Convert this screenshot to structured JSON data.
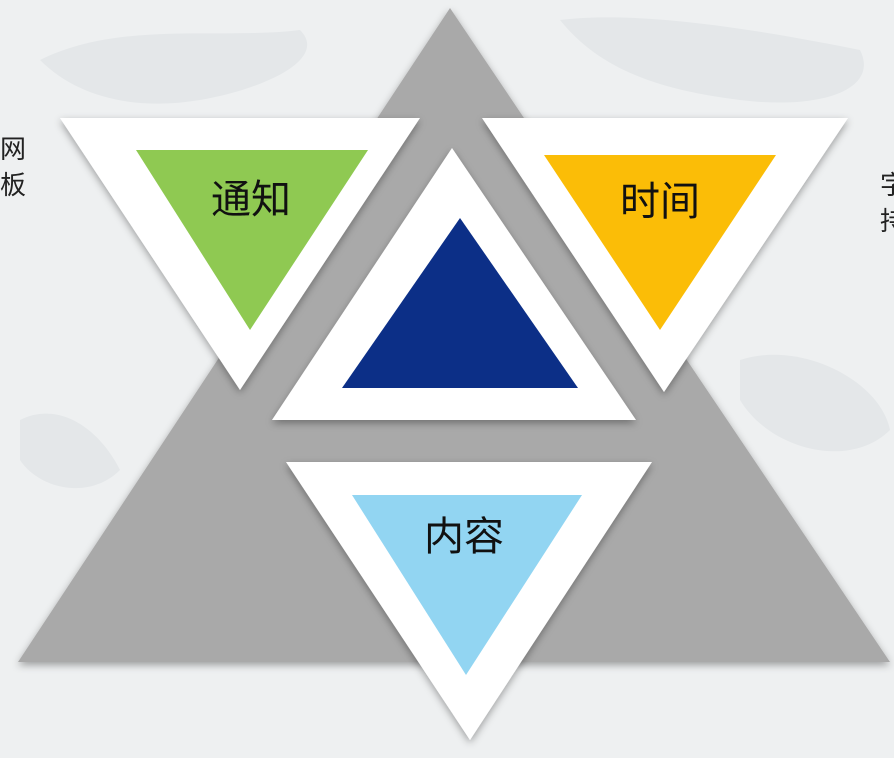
{
  "labels": {
    "notice": "通知",
    "time": "时间",
    "content": "内容"
  },
  "edge_text": {
    "left": "网\n板",
    "right": "字\n持"
  },
  "colors": {
    "background": "#eef0f1",
    "outer_triangle": "#a9a9a9",
    "frame": "#ffffff",
    "notice": "#8fc952",
    "time": "#fbbd07",
    "content": "#92d5f2",
    "center": "#0c2f87",
    "text": "#111111"
  }
}
